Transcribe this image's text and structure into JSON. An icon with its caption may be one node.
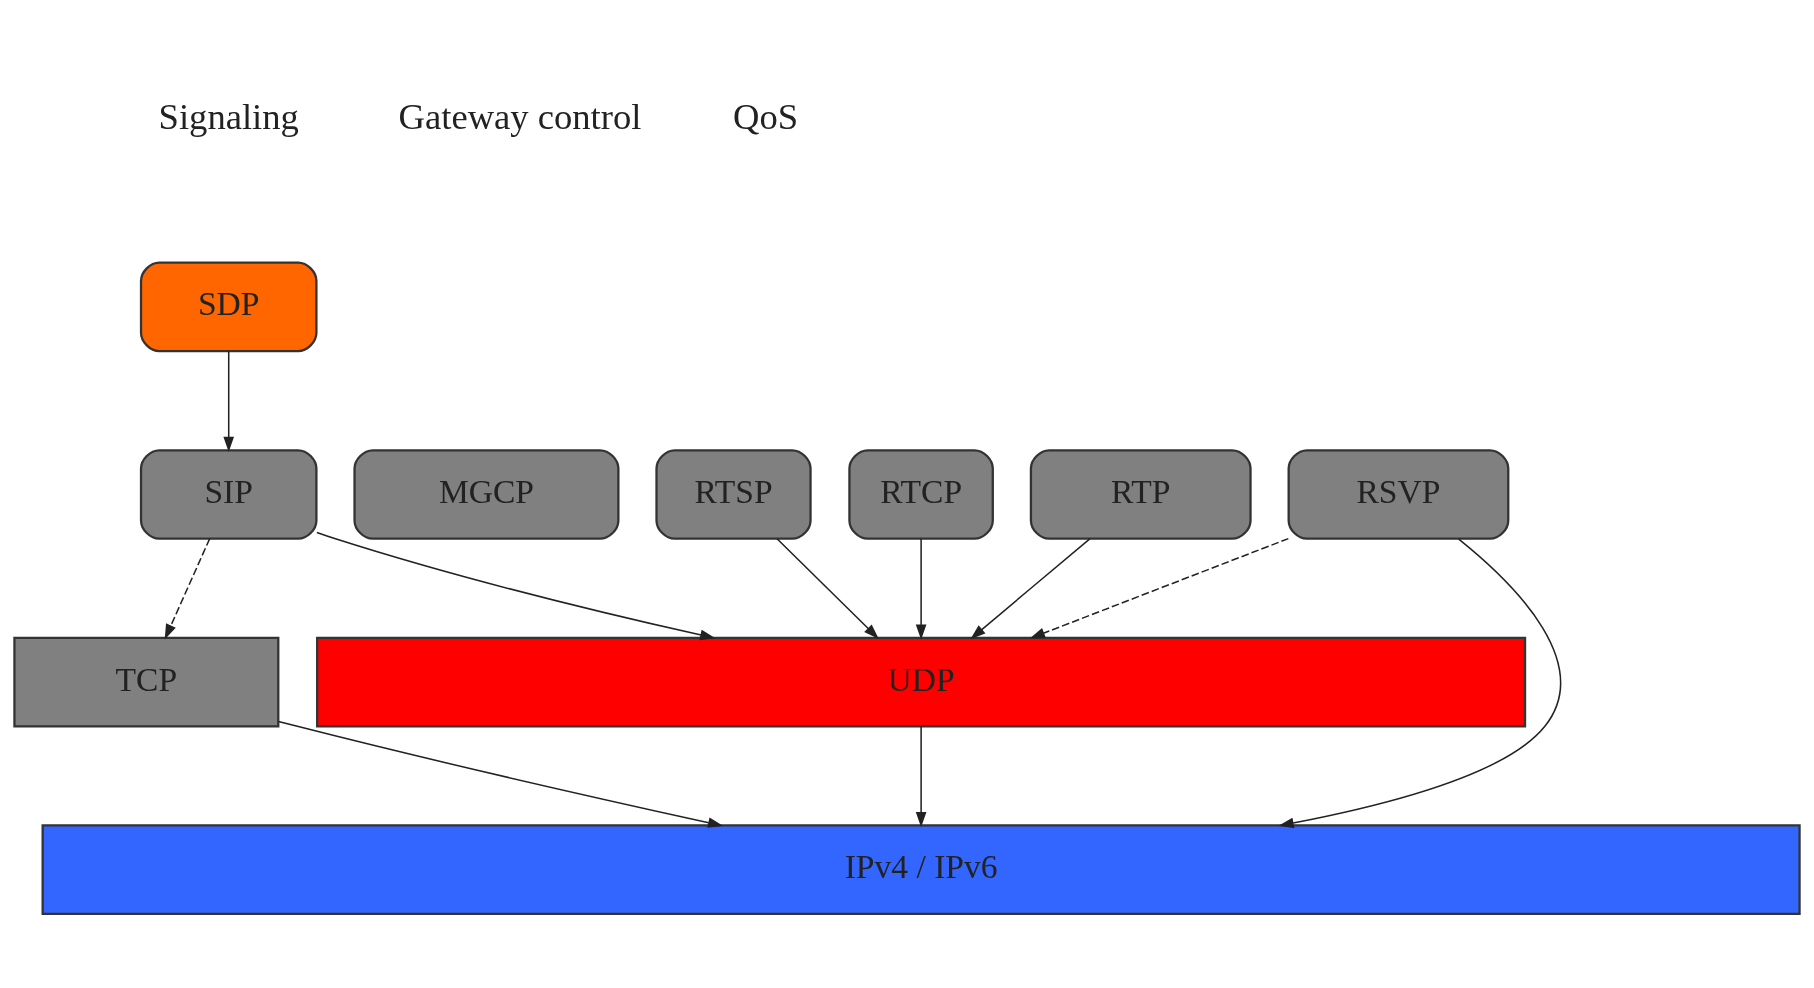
{
  "diagram": {
    "nodes": [
      {
        "text": [
          "SDP"
        ]
      },
      {
        "text": [
          "SIP"
        ]
      },
      {
        "text": [
          "MGCP"
        ]
      },
      {
        "text": [
          "RTSP"
        ]
      },
      {
        "text": [
          "RTCP"
        ]
      },
      {
        "text": [
          "RTP"
        ]
      },
      {
        "text": [
          "RSVP"
        ]
      },
      {
        "text": [
          "TCP"
        ]
      },
      {
        "text": [
          "UDP"
        ]
      },
      {
        "text": [
          "IPv4 / IPv6"
        ]
      }
    ],
    "edges": [
      {
        "from": 0,
        "to": 1,
        "arrow": "to"
      },
      {
        "from": 1,
        "to": 7,
        "arrow": "to",
        "style": "dashed"
      },
      {
        "from": 1,
        "to": 8,
        "arrow": "to"
      },
      {
        "from": 3,
        "to": 8,
        "arrow": "to"
      },
      {
        "from": 4,
        "to": 8,
        "arrow": "to"
      },
      {
        "from": 5,
        "to": 8,
        "arrow": "to"
      },
      {
        "from": 6,
        "to": 8,
        "arrow": "to",
        "style": "dashed"
      },
      {
        "from": 6,
        "to": 9,
        "arrow": "to"
      },
      {
        "from": 7,
        "to": 9,
        "arrow": "to"
      },
      {
        "from": 8,
        "to": 9,
        "arrow": "to"
      }
    ],
    "labels": [
      "Signaling",
      "Gateway control",
      "QoS"
    ]
  }
}
